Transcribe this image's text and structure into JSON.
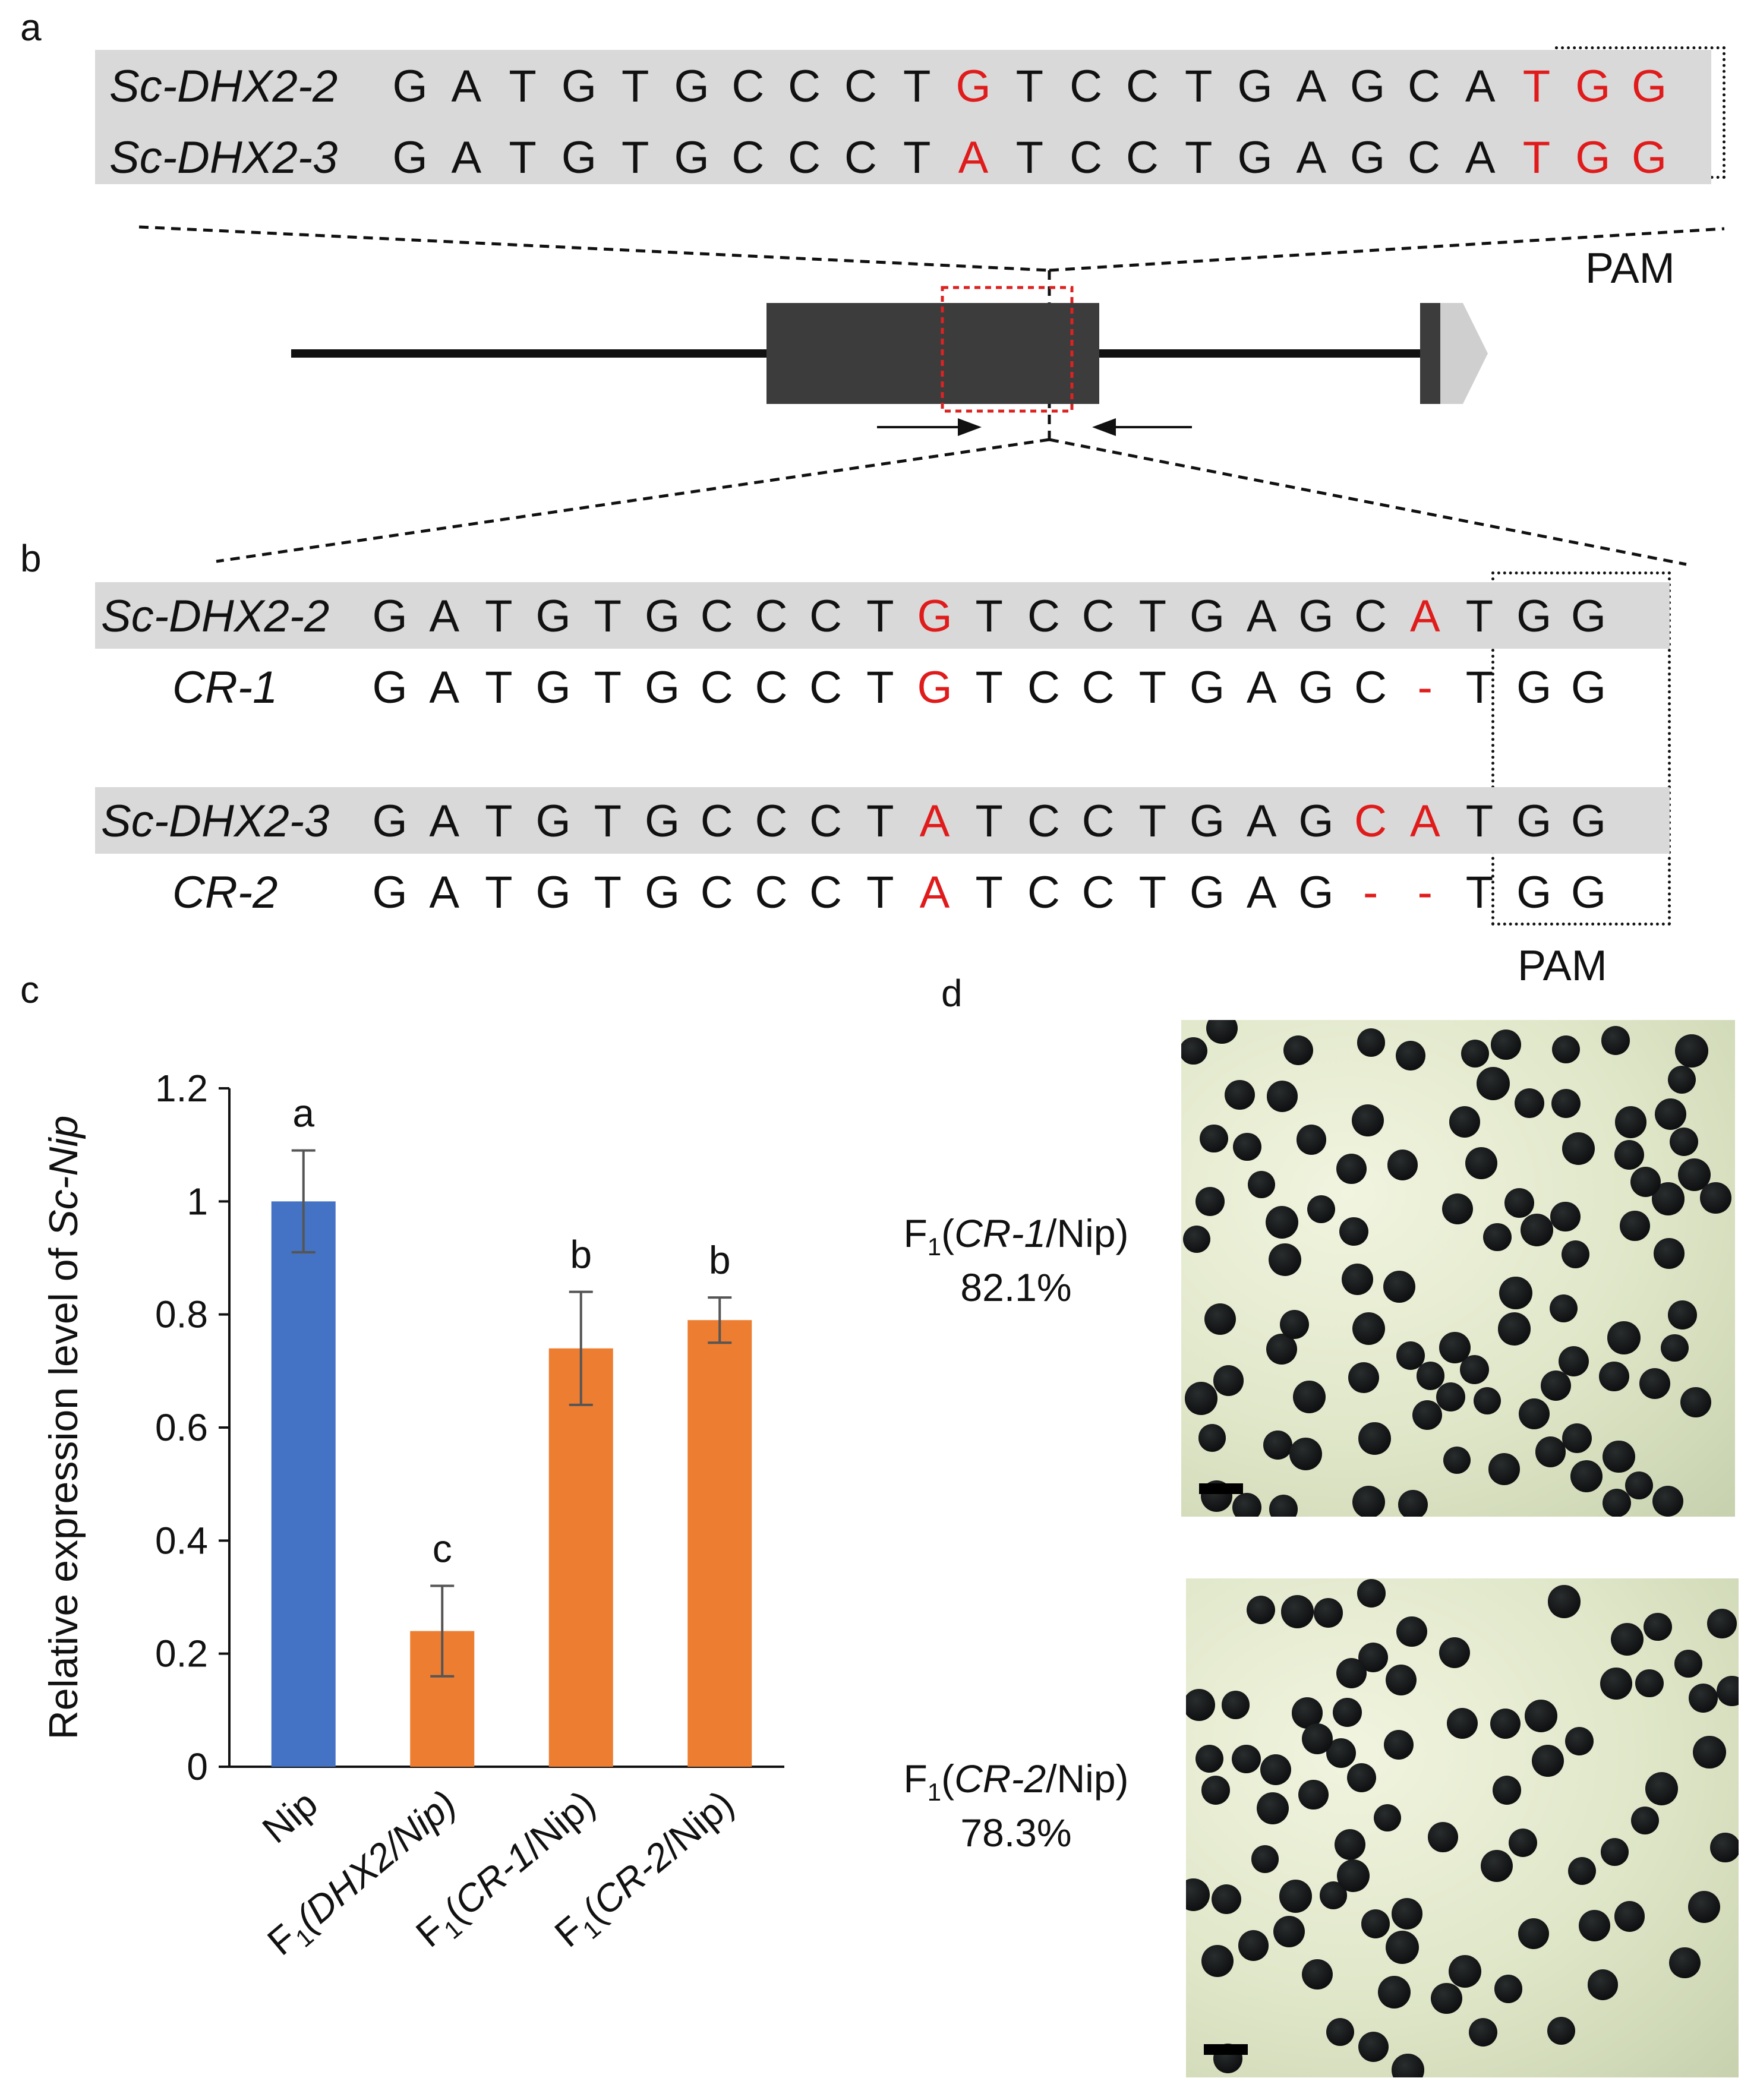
{
  "panels": {
    "a": "a",
    "b": "b",
    "c": "c",
    "d": "d"
  },
  "panel_a": {
    "rows": [
      {
        "label": "Sc-DHX2-2",
        "letters": [
          "G",
          "A",
          "T",
          "G",
          "T",
          "G",
          "C",
          "C",
          "C",
          "T",
          "G",
          "T",
          "C",
          "C",
          "T",
          "G",
          "A",
          "G",
          "C",
          "A",
          "T",
          "G",
          "G"
        ],
        "red": [
          10,
          20,
          21,
          22
        ]
      },
      {
        "label": "Sc-DHX2-3",
        "letters": [
          "G",
          "A",
          "T",
          "G",
          "T",
          "G",
          "C",
          "C",
          "C",
          "T",
          "A",
          "T",
          "C",
          "C",
          "T",
          "G",
          "A",
          "G",
          "C",
          "A",
          "T",
          "G",
          "G"
        ],
        "red": [
          10,
          20,
          21,
          22
        ]
      }
    ],
    "pam_label": "PAM"
  },
  "panel_b": {
    "rows": [
      {
        "label": "Sc-DHX2-2",
        "italic": true,
        "shaded": true,
        "letters": [
          "G",
          "A",
          "T",
          "G",
          "T",
          "G",
          "C",
          "C",
          "C",
          "T",
          "G",
          "T",
          "C",
          "C",
          "T",
          "G",
          "A",
          "G",
          "C",
          "A",
          "T",
          "G",
          "G"
        ],
        "red": [
          10,
          19
        ]
      },
      {
        "label": "CR-1",
        "italic": true,
        "shaded": false,
        "letters": [
          "G",
          "A",
          "T",
          "G",
          "T",
          "G",
          "C",
          "C",
          "C",
          "T",
          "G",
          "T",
          "C",
          "C",
          "T",
          "G",
          "A",
          "G",
          "C",
          "-",
          "T",
          "G",
          "G"
        ],
        "red": [
          10,
          19
        ]
      },
      {
        "label": "Sc-DHX2-3",
        "italic": true,
        "shaded": true,
        "letters": [
          "G",
          "A",
          "T",
          "G",
          "T",
          "G",
          "C",
          "C",
          "C",
          "T",
          "A",
          "T",
          "C",
          "C",
          "T",
          "G",
          "A",
          "G",
          "C",
          "A",
          "T",
          "G",
          "G"
        ],
        "red": [
          10,
          18,
          19
        ]
      },
      {
        "label": "CR-2",
        "italic": true,
        "shaded": false,
        "letters": [
          "G",
          "A",
          "T",
          "G",
          "T",
          "G",
          "C",
          "C",
          "C",
          "T",
          "A",
          "T",
          "C",
          "C",
          "T",
          "G",
          "A",
          "G",
          "-",
          "-",
          "T",
          "G",
          "G"
        ],
        "red": [
          10,
          18,
          19
        ]
      }
    ],
    "pam_label": "PAM"
  },
  "chart_data": {
    "type": "bar",
    "ylabel_prefix": "Relative expression level of ",
    "ylabel_italic": "Sc-Nip",
    "ylim": [
      0,
      1.2
    ],
    "yticks": [
      "0",
      "0.2",
      "0.4",
      "0.6",
      "0.8",
      "1",
      "1.2"
    ],
    "categories": [
      {
        "plain": "Nip",
        "sub": "",
        "paren_plain": "",
        "paren_italic": "",
        "paren_tail": ""
      },
      {
        "plain": "F",
        "sub": "1",
        "paren_plain": "(DHX2/Nip)",
        "paren_italic": "",
        "paren_tail": ""
      },
      {
        "plain": "F",
        "sub": "1",
        "paren_plain": "(",
        "paren_italic": "CR-1",
        "paren_tail": "/Nip)"
      },
      {
        "plain": "F",
        "sub": "1",
        "paren_plain": "(",
        "paren_italic": "CR-2",
        "paren_tail": "/Nip)"
      }
    ],
    "values": [
      1.0,
      0.24,
      0.74,
      0.79
    ],
    "errors": [
      0.09,
      0.08,
      0.1,
      0.04
    ],
    "letters": [
      "a",
      "c",
      "b",
      "b"
    ],
    "colors": [
      "#4472c4",
      "#ed7d31",
      "#ed7d31",
      "#ed7d31"
    ]
  },
  "panel_d": {
    "images": [
      {
        "label_pre": "F",
        "label_sub": "1",
        "label_open": "(",
        "label_italic": "CR-1",
        "label_close": "/Nip)",
        "percent": "82.1%"
      },
      {
        "label_pre": "F",
        "label_sub": "1",
        "label_open": "(",
        "label_italic": "CR-2",
        "label_close": "/Nip)",
        "percent": "78.3%"
      }
    ]
  }
}
